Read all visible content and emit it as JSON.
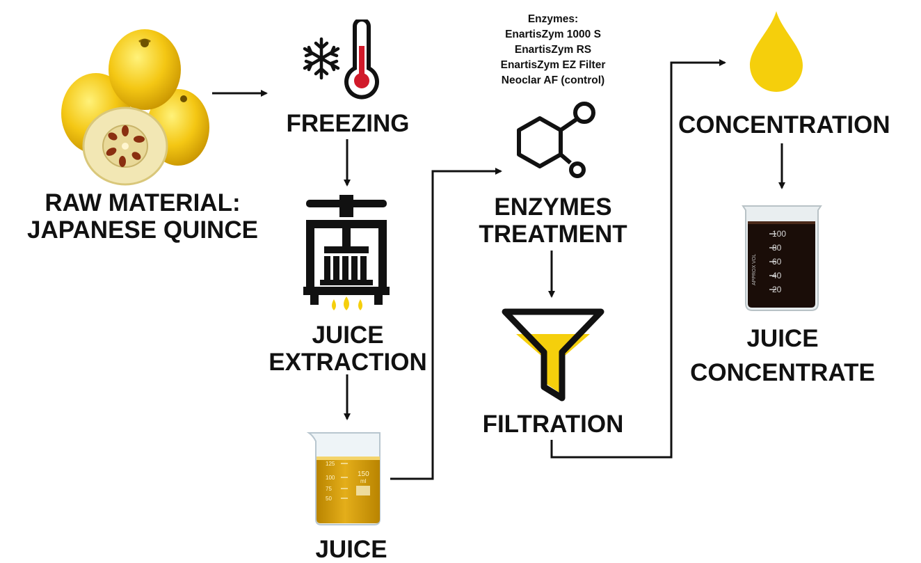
{
  "steps": {
    "raw_material": {
      "line1": "RAW MATERIAL:",
      "line2": "JAPANESE QUINCE"
    },
    "freezing": {
      "label": "FREEZING"
    },
    "juice_extraction": {
      "line1": "JUICE",
      "line2": "EXTRACTION"
    },
    "juice": {
      "label": "JUICE"
    },
    "enzymes_treatment": {
      "line1": "ENZYMES",
      "line2": "TREATMENT"
    },
    "filtration": {
      "label": "FILTRATION"
    },
    "concentration": {
      "label": "CONCENTRATION"
    },
    "juice_concentrate": {
      "line1": "JUICE",
      "line2": "CONCENTRATE"
    }
  },
  "enzymes_list": {
    "heading": "Enzymes:",
    "items": [
      "EnartisZym 1000 S",
      "EnartisZym RS",
      "EnartisZym EZ Filter",
      "Neoclar AF (control)"
    ]
  },
  "beaker_small": {
    "marks": [
      "125",
      "100",
      "75",
      "50"
    ],
    "capacity": "150",
    "unit": "ml"
  },
  "beaker_large": {
    "marks": [
      "100",
      "80",
      "60",
      "40",
      "20"
    ],
    "side_text": "APPROX VOL"
  },
  "colors": {
    "arrow": "#111111",
    "accent_yellow": "#f5cf0c",
    "thermometer_red": "#d11a2a",
    "juice_amber": "#d9a20f",
    "concentrate_dark": "#1a0d08",
    "quince_yellow": "#f2c616"
  },
  "icons": [
    "quince-fruit-image",
    "snowflake-icon",
    "thermometer-icon",
    "fruit-press-icon",
    "juice-beaker-image",
    "molecule-icon",
    "funnel-icon",
    "drop-icon",
    "concentrate-beaker-image"
  ]
}
